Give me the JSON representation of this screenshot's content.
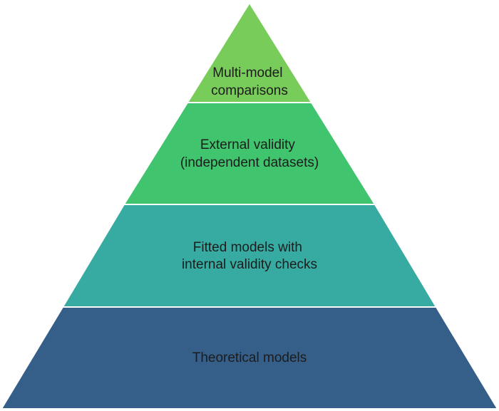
{
  "diagram": {
    "tiers": [
      {
        "lines": [
          "Multi-model",
          "comparisons"
        ],
        "color": "#78cc5a"
      },
      {
        "lines": [
          "External validity",
          "(independent datasets)"
        ],
        "color": "#40c46e"
      },
      {
        "lines": [
          "Fitted models with",
          "internal validity checks"
        ],
        "color": "#37aba2"
      },
      {
        "lines": [
          "Theoretical models"
        ],
        "color": "#355e89"
      }
    ]
  }
}
